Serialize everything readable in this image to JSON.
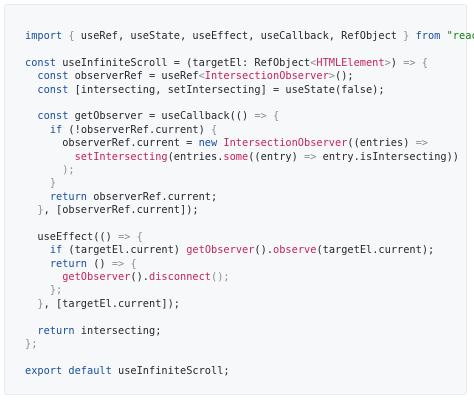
{
  "code": {
    "language": "typescript",
    "colors": {
      "keyword": "#1c50a0",
      "function": "#c5255f",
      "string": "#0f7f12",
      "type": "#c5255f",
      "punctuation": "#8a8f98",
      "text": "#24292e",
      "background": "#f6f8fa"
    },
    "lines": [
      [
        [
          "kw",
          "import"
        ],
        [
          "tx",
          " "
        ],
        [
          "pn",
          "{"
        ],
        [
          "tx",
          " useRef, useState, useEffect, useCallback, RefObject "
        ],
        [
          "pn",
          "}"
        ],
        [
          "tx",
          " "
        ],
        [
          "kw",
          "from"
        ],
        [
          "tx",
          " "
        ],
        [
          "str",
          "\"react\""
        ],
        [
          "pn",
          ";"
        ]
      ],
      [],
      [
        [
          "kw",
          "const"
        ],
        [
          "tx",
          " useInfiniteScroll = (targetEl: RefObject"
        ],
        [
          "pn",
          "<"
        ],
        [
          "ty",
          "HTMLElement"
        ],
        [
          "pn",
          ">"
        ],
        [
          "tx",
          ") "
        ],
        [
          "pn",
          "=>"
        ],
        [
          "tx",
          " "
        ],
        [
          "pn",
          "{"
        ]
      ],
      [
        [
          "tx",
          "  "
        ],
        [
          "kw",
          "const"
        ],
        [
          "tx",
          " observerRef = useRef"
        ],
        [
          "pn",
          "<"
        ],
        [
          "ty",
          "IntersectionObserver"
        ],
        [
          "pn",
          ">"
        ],
        [
          "tx",
          "();"
        ]
      ],
      [
        [
          "tx",
          "  "
        ],
        [
          "kw",
          "const"
        ],
        [
          "tx",
          " [intersecting, setIntersecting] = useState(false);"
        ]
      ],
      [],
      [
        [
          "tx",
          "  "
        ],
        [
          "kw",
          "const"
        ],
        [
          "tx",
          " getObserver = useCallback(() "
        ],
        [
          "pn",
          "=>"
        ],
        [
          "tx",
          " "
        ],
        [
          "pn",
          "{"
        ]
      ],
      [
        [
          "tx",
          "    "
        ],
        [
          "kw",
          "if"
        ],
        [
          "tx",
          " (!observerRef.current) "
        ],
        [
          "pn",
          "{"
        ]
      ],
      [
        [
          "tx",
          "      observerRef.current = "
        ],
        [
          "kw",
          "new"
        ],
        [
          "tx",
          " "
        ],
        [
          "fn",
          "IntersectionObserver"
        ],
        [
          "tx",
          "((entries) "
        ],
        [
          "pn",
          "=>"
        ]
      ],
      [
        [
          "tx",
          "        "
        ],
        [
          "fn",
          "setIntersecting"
        ],
        [
          "tx",
          "(entries."
        ],
        [
          "fn",
          "some"
        ],
        [
          "tx",
          "((entry) "
        ],
        [
          "pn",
          "=>"
        ],
        [
          "tx",
          " entry.isIntersecting))"
        ]
      ],
      [
        [
          "tx",
          "      "
        ],
        [
          "pn",
          ");"
        ]
      ],
      [
        [
          "tx",
          "    "
        ],
        [
          "pn",
          "}"
        ]
      ],
      [
        [
          "tx",
          "    "
        ],
        [
          "kw",
          "return"
        ],
        [
          "tx",
          " observerRef.current;"
        ]
      ],
      [
        [
          "tx",
          "  "
        ],
        [
          "pn",
          "}"
        ],
        [
          "tx",
          ", [observerRef.current]);"
        ]
      ],
      [],
      [
        [
          "tx",
          "  useEffect(() "
        ],
        [
          "pn",
          "=>"
        ],
        [
          "tx",
          " "
        ],
        [
          "pn",
          "{"
        ]
      ],
      [
        [
          "tx",
          "    "
        ],
        [
          "kw",
          "if"
        ],
        [
          "tx",
          " (targetEl.current) "
        ],
        [
          "fn",
          "getObserver"
        ],
        [
          "tx",
          "()."
        ],
        [
          "fn",
          "observe"
        ],
        [
          "tx",
          "(targetEl.current);"
        ]
      ],
      [
        [
          "tx",
          "    "
        ],
        [
          "kw",
          "return"
        ],
        [
          "tx",
          " () "
        ],
        [
          "pn",
          "=>"
        ],
        [
          "tx",
          " "
        ],
        [
          "pn",
          "{"
        ]
      ],
      [
        [
          "tx",
          "      "
        ],
        [
          "fn",
          "getObserver"
        ],
        [
          "tx",
          "()."
        ],
        [
          "fn",
          "disconnect"
        ],
        [
          "pn",
          "();"
        ]
      ],
      [
        [
          "tx",
          "    "
        ],
        [
          "pn",
          "};"
        ]
      ],
      [
        [
          "tx",
          "  "
        ],
        [
          "pn",
          "}"
        ],
        [
          "tx",
          ", [targetEl.current]);"
        ]
      ],
      [],
      [
        [
          "tx",
          "  "
        ],
        [
          "kw",
          "return"
        ],
        [
          "tx",
          " intersecting;"
        ]
      ],
      [
        [
          "pn",
          "};"
        ]
      ],
      [],
      [
        [
          "kw",
          "export"
        ],
        [
          "tx",
          " "
        ],
        [
          "kw",
          "default"
        ],
        [
          "tx",
          " useInfiniteScroll;"
        ]
      ]
    ]
  }
}
